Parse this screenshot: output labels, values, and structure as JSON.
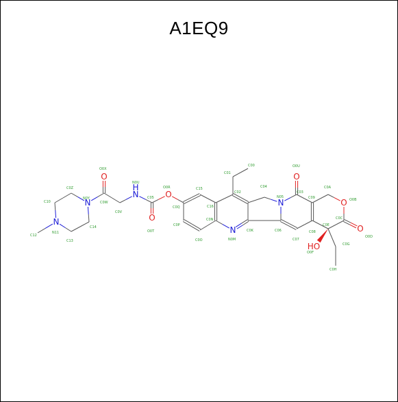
{
  "title": "A1EQ9",
  "colors": {
    "carbon_bond": "#555555",
    "nitrogen": "#1a1ad6",
    "oxygen": "#e02020",
    "atom_label": "#2e9b2e",
    "wedge": "#e02020"
  },
  "element_symbols": [
    {
      "id": "N11",
      "symbol": "N"
    },
    {
      "id": "N0Y",
      "symbol": "N"
    },
    {
      "id": "O0X",
      "symbol": "O"
    },
    {
      "id": "N0U",
      "symbol": "N"
    },
    {
      "id": "H_N0U",
      "symbol": "H"
    },
    {
      "id": "O0T",
      "symbol": "O"
    },
    {
      "id": "O0R",
      "symbol": "O"
    },
    {
      "id": "N0M",
      "symbol": "N"
    },
    {
      "id": "N05",
      "symbol": "N"
    },
    {
      "id": "O0U",
      "symbol": "O"
    },
    {
      "id": "O0B",
      "symbol": "O"
    },
    {
      "id": "O0D",
      "symbol": "O"
    },
    {
      "id": "O0F",
      "symbol": "HO"
    }
  ],
  "atom_labels": [
    "C10",
    "C0Z",
    "N0Y",
    "C12",
    "N11",
    "C13",
    "C14",
    "O0X",
    "C0W",
    "C0V",
    "N0U",
    "C05",
    "O0T",
    "O0R",
    "C15",
    "C0Q",
    "C0P",
    "C0O",
    "C0N",
    "C16",
    "C02",
    "C01",
    "C00",
    "C04",
    "N05",
    "C03",
    "O0U",
    "C09",
    "C0A",
    "O0B",
    "C0C",
    "O0D",
    "C0E",
    "C0G",
    "C0H",
    "O0F",
    "C08",
    "C07",
    "C06",
    "C0K",
    "N0M"
  ]
}
